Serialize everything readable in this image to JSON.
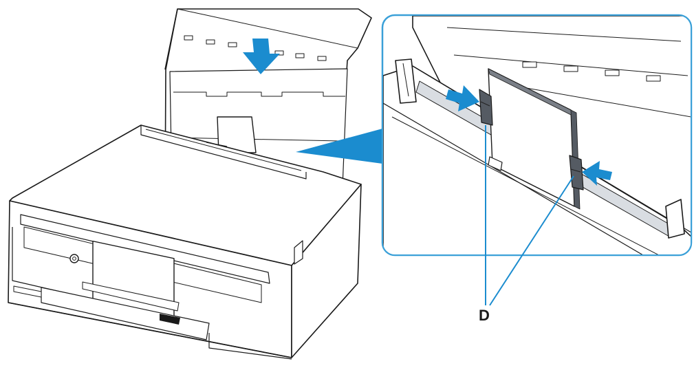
{
  "figure": {
    "callout_label": "D",
    "colors": {
      "line": "#1a1a1a",
      "accent": "#1b8ccf",
      "callout_border": "#3aa0d8",
      "paper_fill": "#ffffff",
      "guide_fill": "#555b63",
      "shade": "#d9dde2"
    },
    "icons": [
      "push-down-arrow-icon",
      "slide-in-arrow-icon-left",
      "slide-in-arrow-icon-right"
    ]
  }
}
